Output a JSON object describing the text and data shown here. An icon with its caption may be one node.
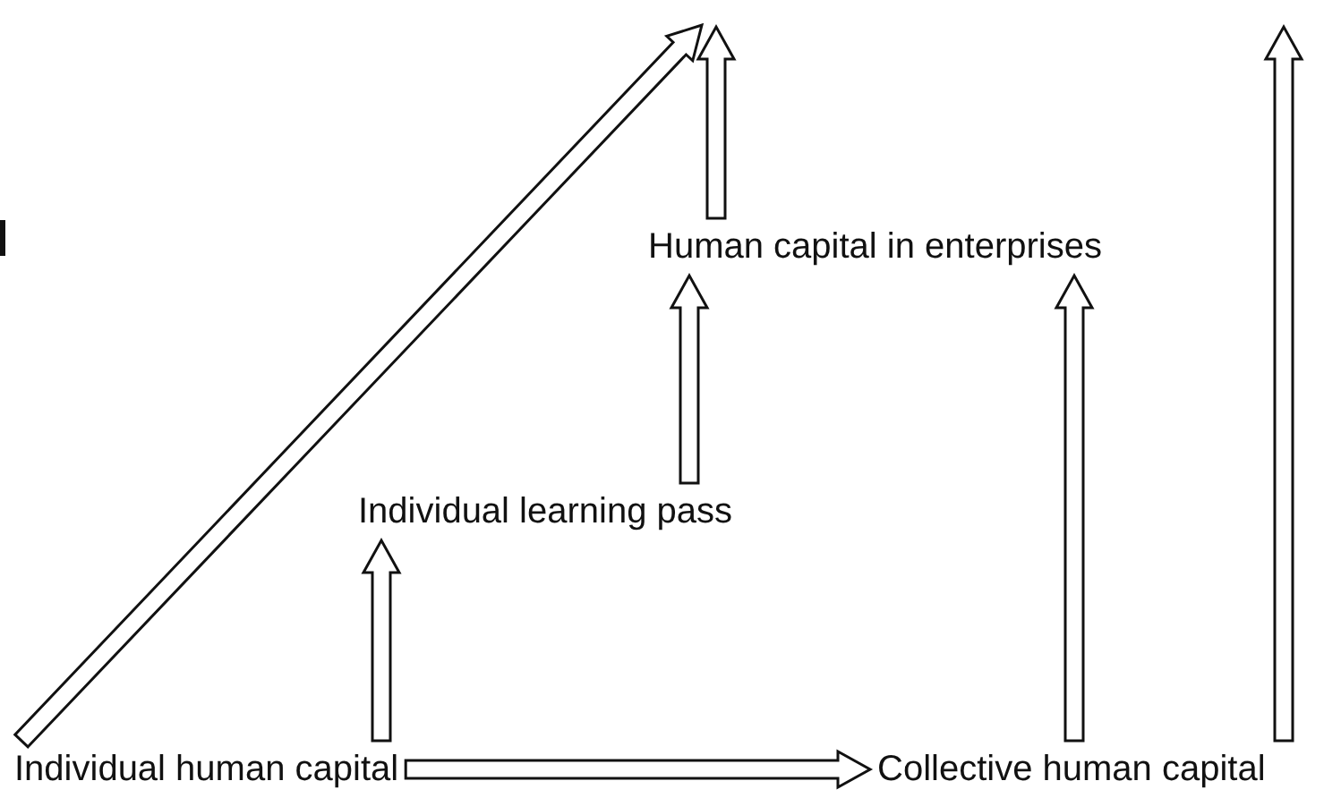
{
  "diagram": {
    "nodes": [
      {
        "text": [
          "Individual human capital"
        ]
      },
      {
        "text": [
          "Collective human capital"
        ]
      },
      {
        "text": [
          "Individual learning pass"
        ]
      },
      {
        "text": [
          "Human capital in enterprises"
        ]
      }
    ],
    "edges": [
      {
        "from": 0,
        "to": 1,
        "arrow": "to"
      },
      {
        "from": 0,
        "to": 2,
        "arrow": "to"
      },
      {
        "from": 2,
        "to": 3,
        "arrow": "to"
      },
      {
        "from": 0,
        "to": null,
        "arrow": "to"
      },
      {
        "from": 3,
        "to": null,
        "arrow": "to"
      },
      {
        "from": 1,
        "to": 3,
        "arrow": "to"
      },
      {
        "from": 1,
        "to": null,
        "arrow": "to"
      }
    ]
  }
}
